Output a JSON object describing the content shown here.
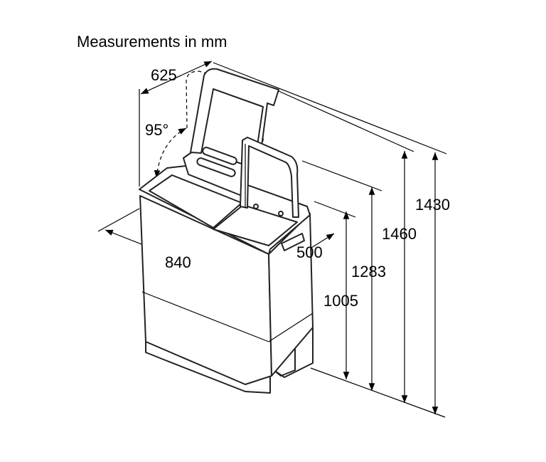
{
  "title": "Measurements in mm",
  "dimensions": {
    "depth_lid_open": "625",
    "lid_angle": "95°",
    "width": "840",
    "depth": "500",
    "height_body": "1005",
    "height_1283": "1283",
    "height_1460": "1460",
    "height_1430": "1430"
  }
}
